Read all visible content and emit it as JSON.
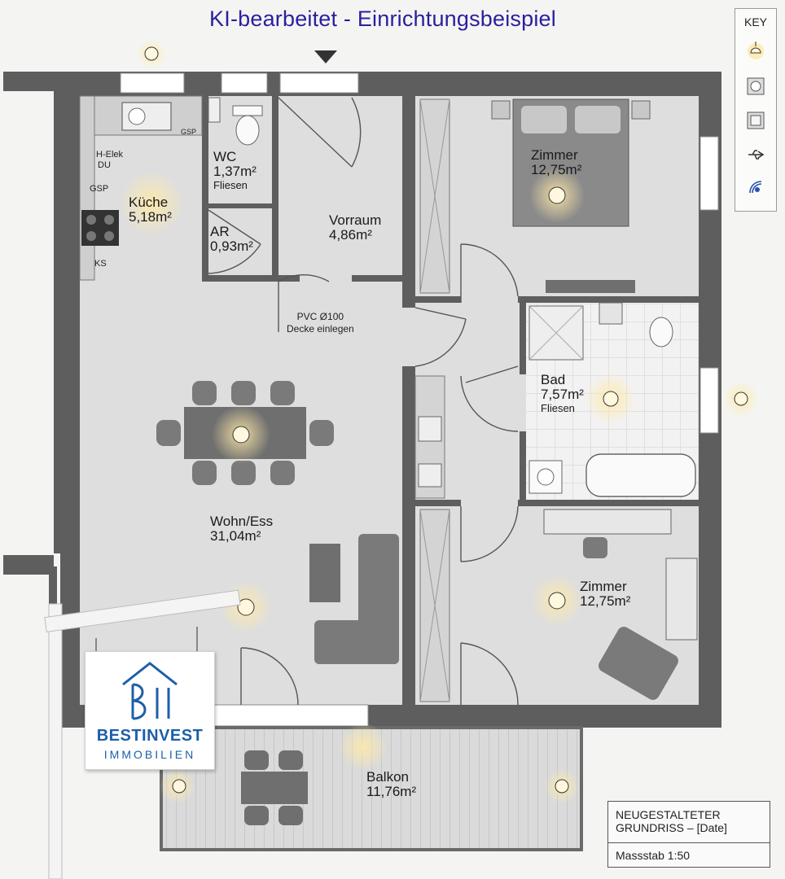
{
  "header": {
    "title": "KI-bearbeitet - Einrichtungsbeispiel"
  },
  "key": {
    "title": "KEY",
    "items": [
      "lamp-icon",
      "socket-icon",
      "switch-icon",
      "usb-icon",
      "sensor-icon"
    ]
  },
  "rooms": {
    "wc": {
      "name": "WC",
      "area": "1,37m²",
      "floor": "Fliesen"
    },
    "kueche": {
      "name": "Küche",
      "area": "5,18m²"
    },
    "ar": {
      "name": "AR",
      "area": "0,93m²"
    },
    "vorraum": {
      "name": "Vorraum",
      "area": "4,86m²"
    },
    "zimmer1": {
      "name": "Zimmer",
      "area": "12,75m²"
    },
    "bad": {
      "name": "Bad",
      "area": "7,57m²",
      "floor": "Fliesen"
    },
    "wohn": {
      "name": "Wohn/Ess",
      "area": "31,04m²"
    },
    "zimmer2": {
      "name": "Zimmer",
      "area": "12,75m²"
    },
    "balkon": {
      "name": "Balkon",
      "area": "11,76m²"
    }
  },
  "kitchen_labels": {
    "gsp_top": "GSP",
    "h_elek": "H-Elek",
    "du": "DU",
    "gsp": "GSP",
    "ks": "KS"
  },
  "note": {
    "line1": "PVC Ø100",
    "line2": "Decke einlegen"
  },
  "title_block": {
    "line1": "NEUGESTALTETER",
    "line2": "GRUNDRISS – [Date]",
    "scale": "Massstab 1:50"
  },
  "sign": {
    "name": "BESTINVEST",
    "sub": "IMMOBILIEN"
  },
  "colors": {
    "wall": "#5e5e5e",
    "floor": "#dedede",
    "title": "#2a1f9e",
    "brand": "#1d5fa8",
    "furniture": "#6f6f6f"
  }
}
